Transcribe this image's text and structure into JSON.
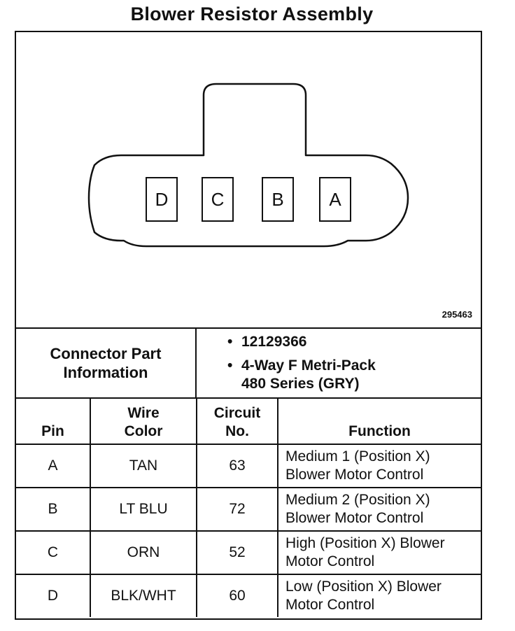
{
  "title": "Blower Resistor Assembly",
  "figure_number": "295463",
  "connector": {
    "pins_left_to_right": [
      "D",
      "C",
      "B",
      "A"
    ]
  },
  "part_info": {
    "label_line1": "Connector Part",
    "label_line2": "Information",
    "part_number": "12129366",
    "description_line1": "4-Way F Metri-Pack",
    "description_line2": "480 Series (GRY)"
  },
  "table": {
    "headers": {
      "pin": "Pin",
      "wire_line1": "Wire",
      "wire_line2": "Color",
      "circuit_line1": "Circuit",
      "circuit_line2": "No.",
      "function": "Function"
    },
    "rows": [
      {
        "pin": "A",
        "color": "TAN",
        "circuit": "63",
        "function_line1": "Medium 1 (Position X)",
        "function_line2": "Blower Motor Control"
      },
      {
        "pin": "B",
        "color": "LT BLU",
        "circuit": "72",
        "function_line1": "Medium 2 (Position X)",
        "function_line2": "Blower Motor Control"
      },
      {
        "pin": "C",
        "color": "ORN",
        "circuit": "52",
        "function_line1": "High (Position X) Blower",
        "function_line2": "Motor Control"
      },
      {
        "pin": "D",
        "color": "BLK/WHT",
        "circuit": "60",
        "function_line1": "Low (Position X) Blower",
        "function_line2": "Motor Control"
      }
    ]
  }
}
